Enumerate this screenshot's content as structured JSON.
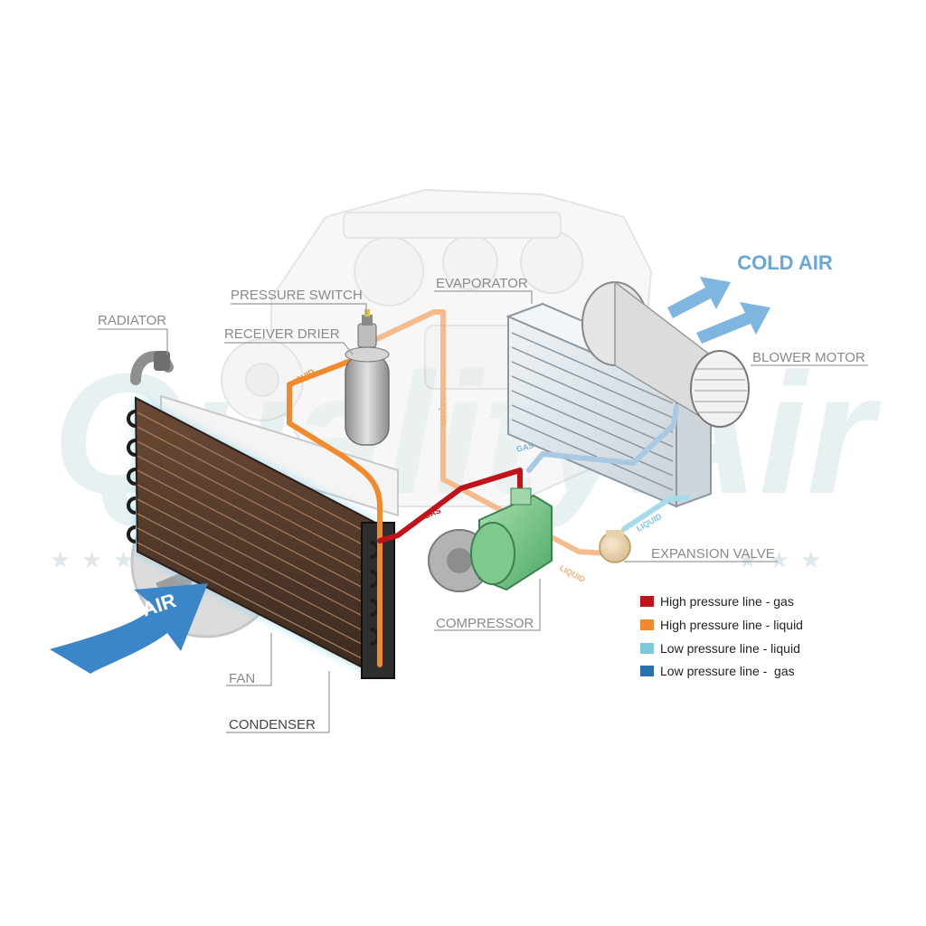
{
  "labels": {
    "radiator": "RADIATOR",
    "pressure_switch": "PRESSURE SWITCH",
    "receiver_drier": "RECEIVER DRIER",
    "evaporator": "EVAPORATOR",
    "blower_motor": "BLOWER MOTOR",
    "expansion_valve": "EXPANSION VALVE",
    "compressor": "COMPRESSOR",
    "fan": "FAN",
    "condenser": "CONDENSER"
  },
  "air_in": "AIR",
  "cold_air": "COLD AIR",
  "watermark": "QualityAir",
  "flow_labels": {
    "liquid_drier_in": "LIQUID",
    "liquid_drier_out": "LIQUID",
    "gas_compressor_out": "GAS",
    "gas_evap_out": "GAS",
    "liquid_compressor": "LIQUID",
    "liquid_expansion": "LIQUID"
  },
  "legend": [
    {
      "label": "High pressure line - gas",
      "color": "#c0141a"
    },
    {
      "label": "High pressure line - liquid",
      "color": "#f08a2c"
    },
    {
      "label": "Low pressure line - liquid",
      "color": "#7ec8dc"
    },
    {
      "label": "Low pressure line -  gas",
      "color": "#2a6fae"
    }
  ],
  "colors": {
    "high_gas": "#c0141a",
    "high_liquid": "#f08a2c",
    "low_liquid": "#7ec8dc",
    "low_gas": "#2a6fae",
    "air_arrow": "#3a86c8",
    "cold_air_arrow": "#7fb6e0"
  }
}
